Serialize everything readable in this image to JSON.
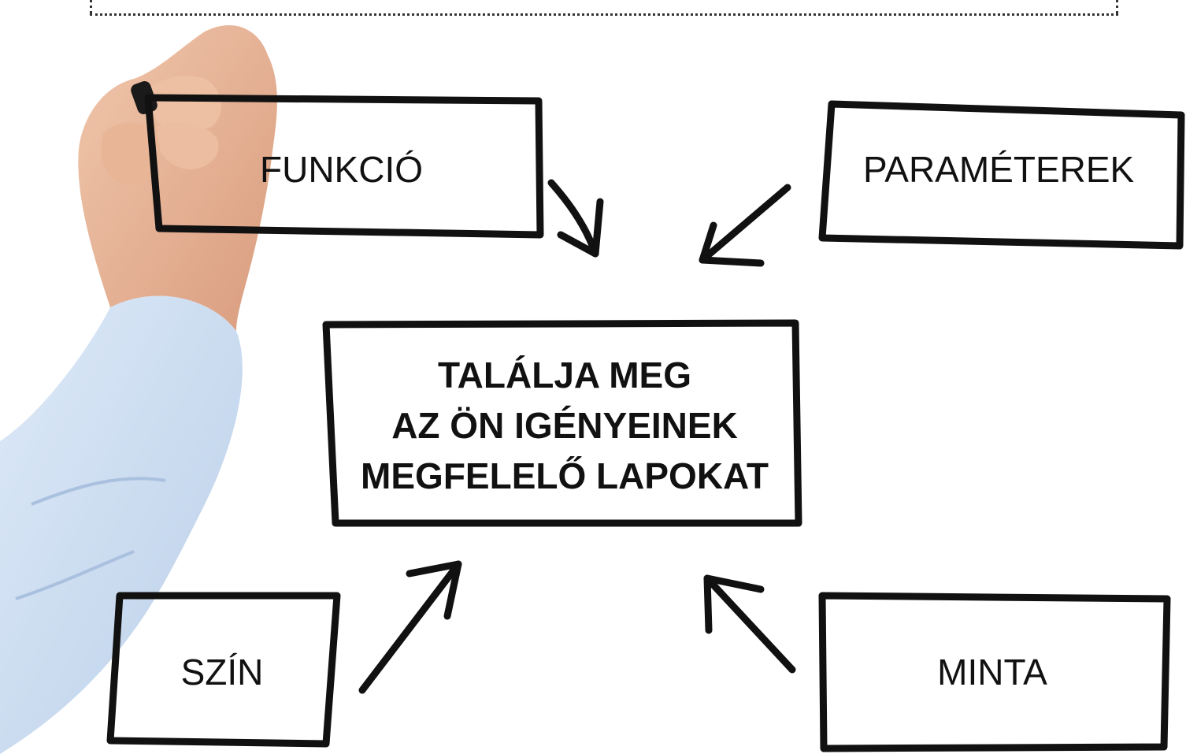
{
  "diagram": {
    "center": {
      "lines": [
        "TALÁLJA MEG",
        "AZ ÖN IGÉNYEINEK",
        "MEGFELELŐ LAPOKAT"
      ]
    },
    "nodes": {
      "funkcio": "FUNKCIÓ",
      "parameterek": "PARAMÉTEREK",
      "szin": "SZÍN",
      "minta": "MINTA"
    },
    "colors": {
      "ink": "#111111",
      "shirt": "#c9dcf2",
      "skin": "#e8b79a"
    }
  }
}
